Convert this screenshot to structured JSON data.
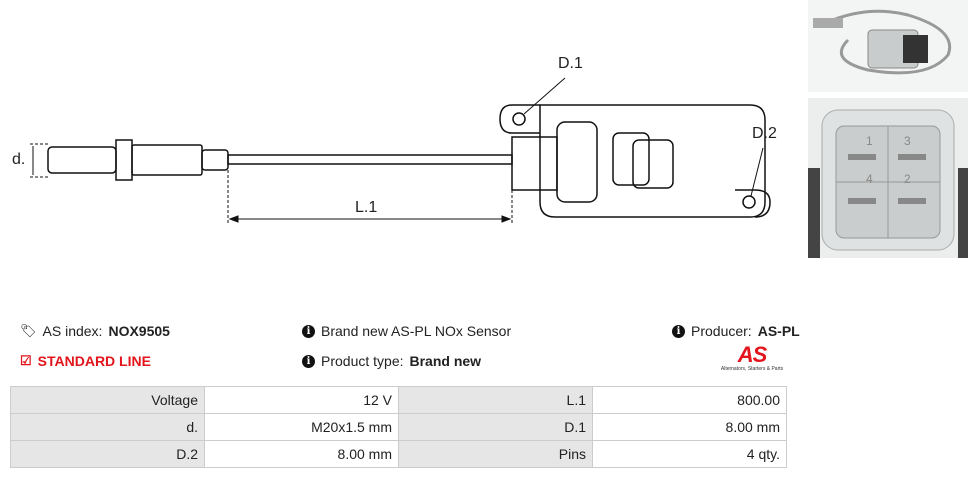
{
  "diagram": {
    "labels": {
      "d": "d.",
      "l1": "L.1",
      "d1": "D.1",
      "d2": "D.2"
    },
    "pin_numbers": [
      "1",
      "3",
      "4",
      "2"
    ]
  },
  "info": {
    "as_index_label": "AS index:",
    "as_index_value": "NOX9505",
    "line": "STANDARD LINE",
    "description": "Brand new AS-PL NOx Sensor",
    "product_type_label": "Product type:",
    "product_type_value": "Brand new",
    "producer_label": "Producer:",
    "producer_value": "AS-PL",
    "logo_text": "AS",
    "logo_tagline": "Alternators, Starters & Parts"
  },
  "specs": [
    [
      "Voltage",
      "12 V",
      "L.1",
      "800.00"
    ],
    [
      "d.",
      "M20x1.5 mm",
      "D.1",
      "8.00 mm"
    ],
    [
      "D.2",
      "8.00 mm",
      "Pins",
      "4 qty."
    ]
  ],
  "colors": {
    "accent": "#e3141b",
    "table_key_bg": "#e6e6e6"
  }
}
